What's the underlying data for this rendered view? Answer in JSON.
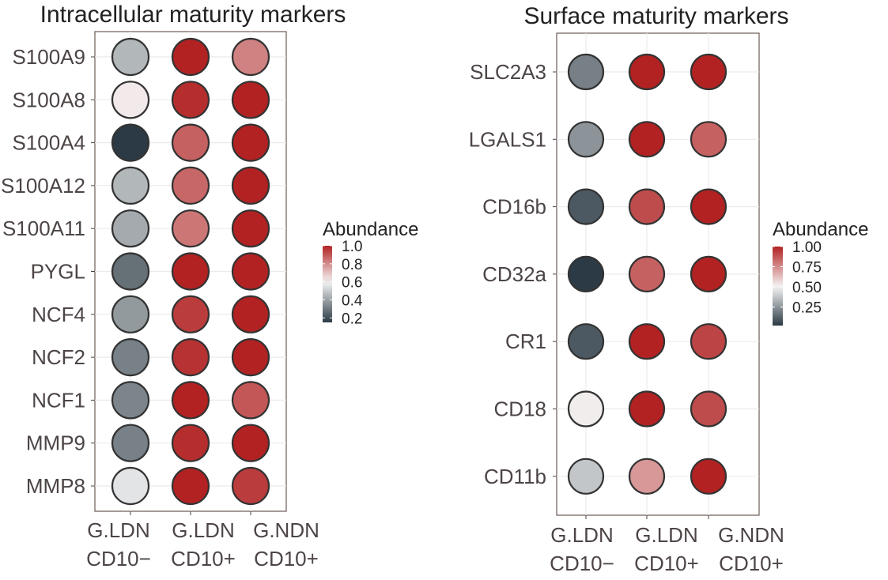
{
  "chart_data": [
    {
      "type": "dotplot-heatmap",
      "title": "Intracellular maturity markers",
      "categories": [
        "G.LDN CD10−",
        "G.LDN CD10+",
        "G.NDN CD10+"
      ],
      "category_lines": [
        [
          "G.LDN",
          "CD10−"
        ],
        [
          "G.LDN",
          "CD10+"
        ],
        [
          "G.NDN",
          "CD10+"
        ]
      ],
      "rows": [
        "S100A9",
        "S100A8",
        "S100A4",
        "S100A12",
        "S100A11",
        "PYGL",
        "NCF4",
        "NCF2",
        "NCF1",
        "MMP9",
        "MMP8"
      ],
      "values": [
        [
          0.45,
          1.0,
          0.82
        ],
        [
          0.62,
          0.98,
          1.0
        ],
        [
          0.15,
          0.88,
          1.0
        ],
        [
          0.45,
          0.87,
          1.0
        ],
        [
          0.42,
          0.84,
          1.0
        ],
        [
          0.28,
          1.0,
          1.0
        ],
        [
          0.38,
          0.95,
          1.0
        ],
        [
          0.32,
          0.97,
          1.0
        ],
        [
          0.33,
          1.0,
          0.9
        ],
        [
          0.32,
          0.98,
          1.0
        ],
        [
          0.56,
          1.0,
          0.95
        ]
      ],
      "legend": {
        "title": "Abundance",
        "ticks": [
          "1.0",
          "0.8",
          "0.6",
          "0.4",
          "0.2"
        ],
        "tick_values": [
          1.0,
          0.8,
          0.6,
          0.4,
          0.2
        ],
        "range": [
          0.15,
          1.0
        ],
        "mid": 0.6,
        "placement": "right"
      },
      "colors": {
        "low": "#2b3a44",
        "mid": "#f5f5f5",
        "high": "#b22222"
      }
    },
    {
      "type": "dotplot-heatmap",
      "title": "Surface maturity markers",
      "categories": [
        "G.LDN CD10−",
        "G.LDN CD10+",
        "G.NDN CD10+"
      ],
      "category_lines": [
        [
          "G.LDN",
          "CD10−"
        ],
        [
          "G.LDN",
          "CD10+"
        ],
        [
          "G.NDN",
          "CD10+"
        ]
      ],
      "rows": [
        "SLC2A3",
        "LGALS1",
        "CD16b",
        "CD32a",
        "CR1",
        "CD18",
        "CD11b"
      ],
      "values": [
        [
          0.2,
          1.0,
          1.0
        ],
        [
          0.25,
          1.0,
          0.85
        ],
        [
          0.1,
          0.9,
          1.0
        ],
        [
          0.02,
          0.85,
          1.0
        ],
        [
          0.1,
          1.0,
          0.92
        ],
        [
          0.52,
          1.0,
          0.9
        ],
        [
          0.38,
          0.72,
          1.0
        ]
      ],
      "legend": {
        "title": "Abundance",
        "ticks": [
          "1.00",
          "0.75",
          "0.50",
          "0.25"
        ],
        "tick_values": [
          1.0,
          0.75,
          0.5,
          0.25
        ],
        "range": [
          0.02,
          1.0
        ],
        "mid": 0.5,
        "placement": "right"
      },
      "colors": {
        "low": "#2b3a44",
        "mid": "#f5f5f5",
        "high": "#b22222"
      }
    }
  ]
}
